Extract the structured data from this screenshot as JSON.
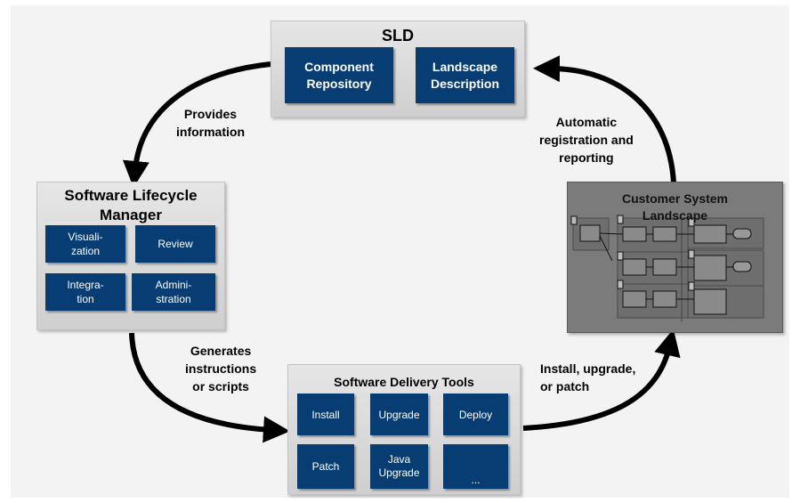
{
  "sld": {
    "title": "SLD",
    "boxes": [
      "Component Repository",
      "Landscape Description"
    ]
  },
  "slm": {
    "title_line1": "Software Lifecycle",
    "title_line2": "Manager",
    "boxes": [
      "Visuali-\nzation",
      "Review",
      "Integra-\ntion",
      "Admini-\nstration"
    ]
  },
  "sdt": {
    "title": "Software Delivery Tools",
    "boxes": [
      "Install",
      "Upgrade",
      "Deploy",
      "Patch",
      "Java\nUpgrade",
      "..."
    ]
  },
  "csl": {
    "title_line1": "Customer System",
    "title_line2": "Landscape"
  },
  "labels": {
    "provides": "Provides\ninformation",
    "generates": "Generates\ninstructions\nor scripts",
    "install": "Install, upgrade,\nor patch",
    "automatic": "Automatic\nregistration and\nreporting"
  },
  "colors": {
    "box": "#083d73",
    "panel": "#d6d6d6",
    "landscape": "#7b7b7b",
    "arrow": "#000000"
  }
}
